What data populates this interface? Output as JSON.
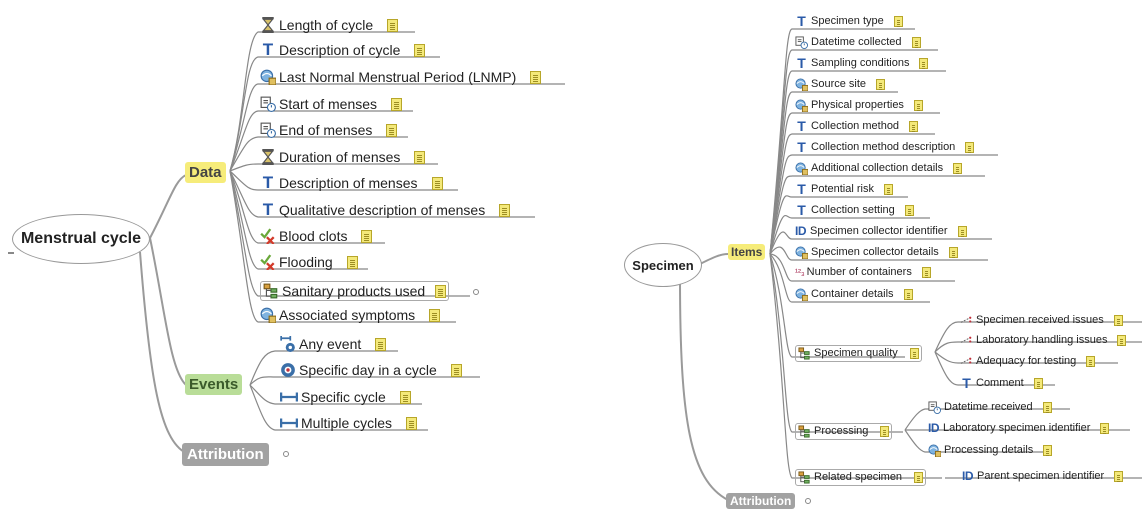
{
  "left_map": {
    "root": "Menstrual cycle",
    "data_branch": {
      "label": "Data",
      "items": [
        {
          "label": "Length of cycle",
          "icon": "hourglass-icon"
        },
        {
          "label": "Description of cycle",
          "icon": "text-icon"
        },
        {
          "label": "Last Normal Menstrual Period (LNMP)",
          "icon": "cluster-icon"
        },
        {
          "label": "Start of menses",
          "icon": "datetime-icon"
        },
        {
          "label": "End of menses",
          "icon": "datetime-icon"
        },
        {
          "label": "Duration of menses",
          "icon": "hourglass-icon"
        },
        {
          "label": "Description of menses",
          "icon": "text-icon"
        },
        {
          "label": "Qualitative description of menses",
          "icon": "text-icon"
        },
        {
          "label": "Blood clots",
          "icon": "boolean-icon"
        },
        {
          "label": "Flooding",
          "icon": "boolean-icon"
        },
        {
          "label": "Sanitary products used",
          "icon": "cluster-tree-icon"
        },
        {
          "label": "Associated symptoms",
          "icon": "cluster-icon"
        }
      ]
    },
    "events_branch": {
      "label": "Events",
      "items": [
        {
          "label": "Any event",
          "icon": "any-event-icon"
        },
        {
          "label": "Specific day in a cycle",
          "icon": "point-event-icon"
        },
        {
          "label": "Specific cycle",
          "icon": "interval-event-icon"
        },
        {
          "label": "Multiple cycles",
          "icon": "interval-event-icon"
        }
      ]
    },
    "attribution": "Attribution"
  },
  "right_map": {
    "root": "Specimen",
    "items_branch": {
      "label": "Items",
      "items": [
        {
          "label": "Specimen type",
          "icon": "text-icon"
        },
        {
          "label": "Datetime collected",
          "icon": "datetime-icon"
        },
        {
          "label": "Sampling conditions",
          "icon": "text-icon"
        },
        {
          "label": "Source site",
          "icon": "cluster-icon"
        },
        {
          "label": "Physical properties",
          "icon": "cluster-icon"
        },
        {
          "label": "Collection method",
          "icon": "text-icon"
        },
        {
          "label": "Collection method description",
          "icon": "text-icon"
        },
        {
          "label": "Additional collection details",
          "icon": "cluster-icon"
        },
        {
          "label": "Potential risk",
          "icon": "text-icon"
        },
        {
          "label": "Collection setting",
          "icon": "text-icon"
        },
        {
          "label": "Specimen collector identifier",
          "icon": "id-icon"
        },
        {
          "label": "Specimen collector details",
          "icon": "cluster-icon"
        },
        {
          "label": "Number of containers",
          "icon": "count-icon"
        },
        {
          "label": "Container details",
          "icon": "cluster-icon"
        },
        {
          "label": "Specimen quality",
          "icon": "cluster-tree-icon"
        },
        {
          "label": "Processing",
          "icon": "cluster-tree-icon"
        },
        {
          "label": "Related specimen",
          "icon": "cluster-tree-icon"
        }
      ]
    },
    "quality_children": [
      {
        "label": "Specimen received issues",
        "icon": "ordinal-icon"
      },
      {
        "label": "Laboratory handling issues",
        "icon": "ordinal-icon"
      },
      {
        "label": "Adequacy for testing",
        "icon": "ordinal-icon"
      },
      {
        "label": "Comment",
        "icon": "text-icon"
      }
    ],
    "processing_children": [
      {
        "label": "Datetime received",
        "icon": "datetime-icon"
      },
      {
        "label": "Laboratory specimen identifier",
        "icon": "id-icon"
      },
      {
        "label": "Processing details",
        "icon": "cluster-icon"
      }
    ],
    "related_children": [
      {
        "label": "Parent specimen identifier",
        "icon": "id-icon"
      }
    ],
    "attribution": "Attribution"
  },
  "text_glyphs": {
    "text": "T",
    "id": "ID",
    "count": "¹²₃"
  }
}
